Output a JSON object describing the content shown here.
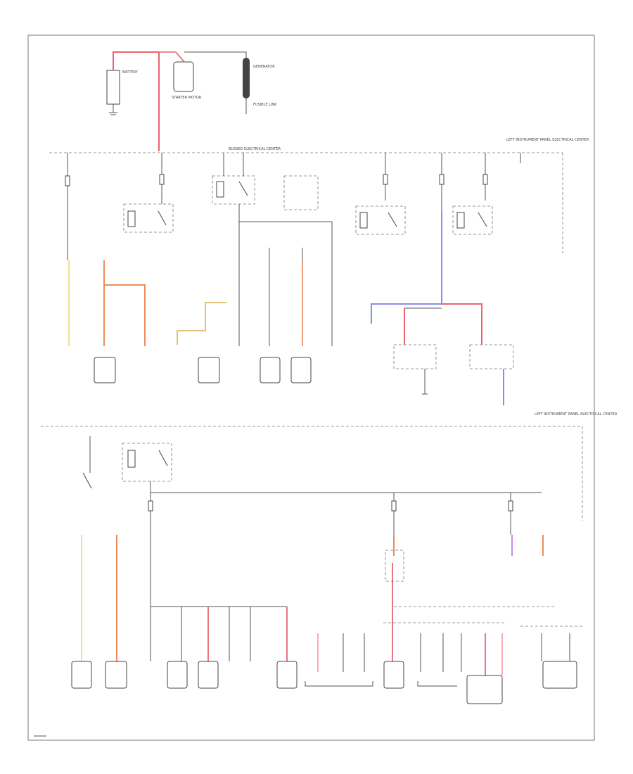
{
  "diagram": {
    "page_ref": "",
    "top_labels": {
      "battery": "BATTERY",
      "starter": "STARTER MOTOR",
      "generator": "GENERATOR",
      "fusible_link": "FUSIBLE LINK",
      "bus_top": "BUSSED ELECTRICAL CENTER",
      "bus_right_top": "LEFT INSTRUMENT PANEL ELECTRICAL CENTER",
      "bus_right_mid": "LEFT INSTRUMENT PANEL ELECTRICAL CENTER"
    },
    "colors": {
      "red": "#e8646e",
      "pink": "#f09aa5",
      "orange": "#ef8a5a",
      "yellow": "#f0e090",
      "tan": "#e3c47a",
      "blue": "#8a8af0",
      "violet": "#c98ae8"
    }
  }
}
